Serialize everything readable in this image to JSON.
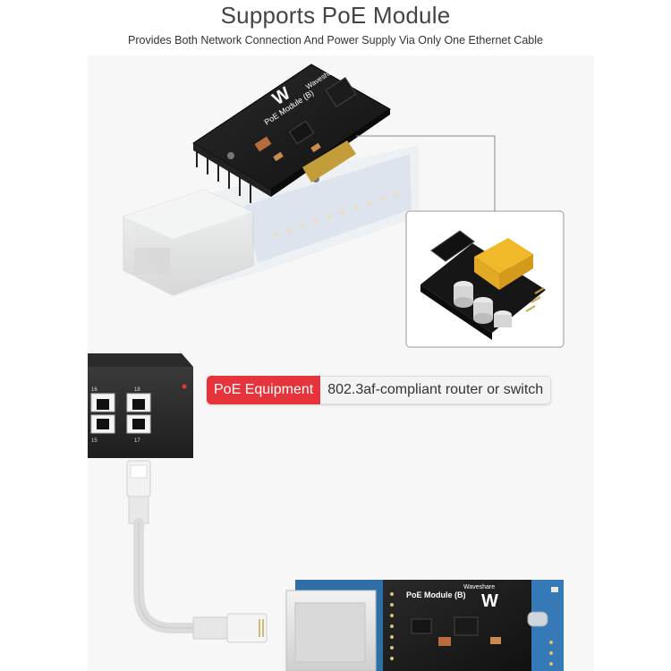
{
  "header": {
    "title": "Supports PoE Module",
    "subtitle": "Provides Both Network Connection And Power Supply Via Only One Ethernet Cable"
  },
  "board_top": {
    "silkscreen_brand": "Waveshare",
    "silkscreen_name": "PoE Module (B)"
  },
  "switch": {
    "port_numbers_top": [
      "16",
      "18"
    ],
    "port_numbers_bottom": [
      "15",
      "17"
    ]
  },
  "callout": {
    "tag": "PoE Equipment",
    "description": "802.3af-compliant router or switch",
    "tag_color": "#e5343b"
  },
  "board_bottom": {
    "silkscreen_brand": "Waveshare",
    "silkscreen_name": "PoE Module (B)"
  }
}
